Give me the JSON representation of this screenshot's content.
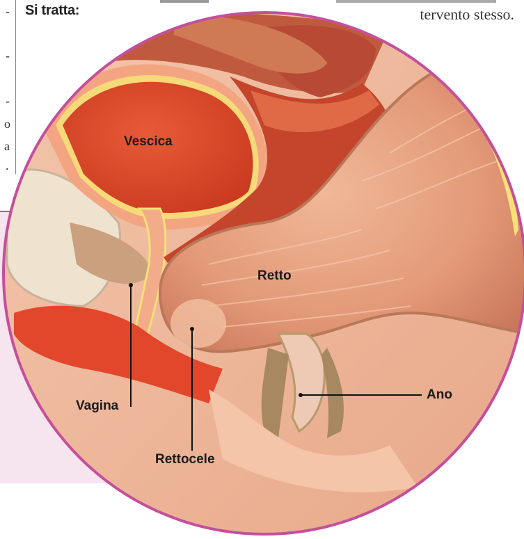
{
  "header": {
    "left_heading": "Si tratta:",
    "right_text": "tervento stesso."
  },
  "margin_fragments": [
    "-",
    "-",
    "-",
    "o",
    "a",
    "."
  ],
  "labels": {
    "vescica": "Vescica",
    "retto": "Retto",
    "vagina": "Vagina",
    "rettocele": "Rettocele",
    "ano": "Ano"
  },
  "colors": {
    "circle_border": "#c44f9a",
    "panel_bg": "#f6e4ee",
    "tissue_red": "#d8452c",
    "tissue_pink": "#e4a084",
    "flesh": "#e8b090"
  }
}
